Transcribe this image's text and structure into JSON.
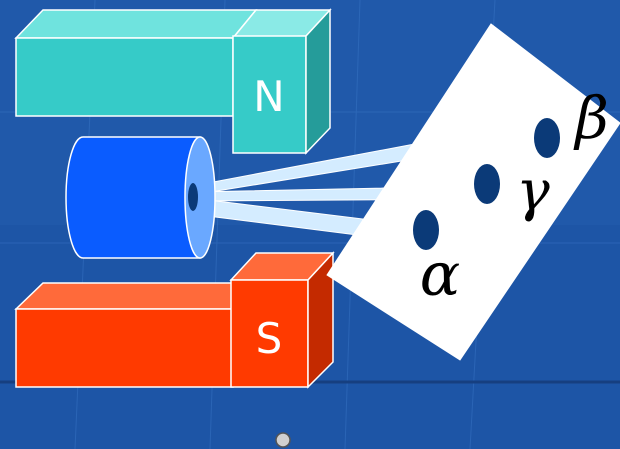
{
  "diagram": {
    "north_pole_label": "N",
    "south_pole_label": "S",
    "labels": {
      "alpha": "α",
      "beta": "β",
      "gamma": "γ"
    }
  },
  "colors": {
    "background": "#1d55a6",
    "north_magnet_top": "#6fe3de",
    "north_magnet_front": "#36cbc8",
    "north_magnet_side": "#259c9a",
    "south_magnet_top": "#ff6a3a",
    "south_magnet_front": "#ff3a00",
    "south_magnet_side": "#c42a00",
    "source_body": "#0a5cff",
    "source_face": "#6aa8ff",
    "beam": "#d4ecff",
    "screen": "#ffffff",
    "spot": "#0b3a78"
  }
}
